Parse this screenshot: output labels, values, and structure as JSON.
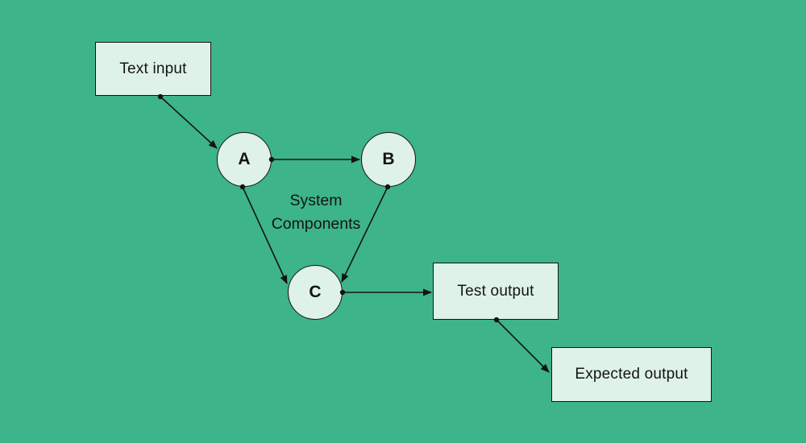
{
  "colors": {
    "background": "#3DB489",
    "node_fill": "#DEF2E9",
    "stroke": "#141414",
    "text": "#141414"
  },
  "diagram": {
    "nodes": {
      "text_input": {
        "label": "Text input",
        "shape": "rectangle"
      },
      "a": {
        "label": "A",
        "shape": "circle"
      },
      "b": {
        "label": "B",
        "shape": "circle"
      },
      "c": {
        "label": "C",
        "shape": "circle"
      },
      "test_output": {
        "label": "Test output",
        "shape": "rectangle"
      },
      "expected_output": {
        "label": "Expected output",
        "shape": "rectangle"
      }
    },
    "annotation": {
      "line1": "System",
      "line2": "Components"
    },
    "edges": [
      {
        "from": "text_input",
        "to": "a",
        "style": "dot-to-arrow"
      },
      {
        "from": "a",
        "to": "b",
        "style": "dot-to-arrow"
      },
      {
        "from": "a",
        "to": "c",
        "style": "dot-to-arrow"
      },
      {
        "from": "b",
        "to": "c",
        "style": "dot-to-arrow"
      },
      {
        "from": "c",
        "to": "test_output",
        "style": "dot-to-arrow"
      },
      {
        "from": "test_output",
        "to": "expected_output",
        "style": "dot-to-arrow"
      }
    ]
  }
}
